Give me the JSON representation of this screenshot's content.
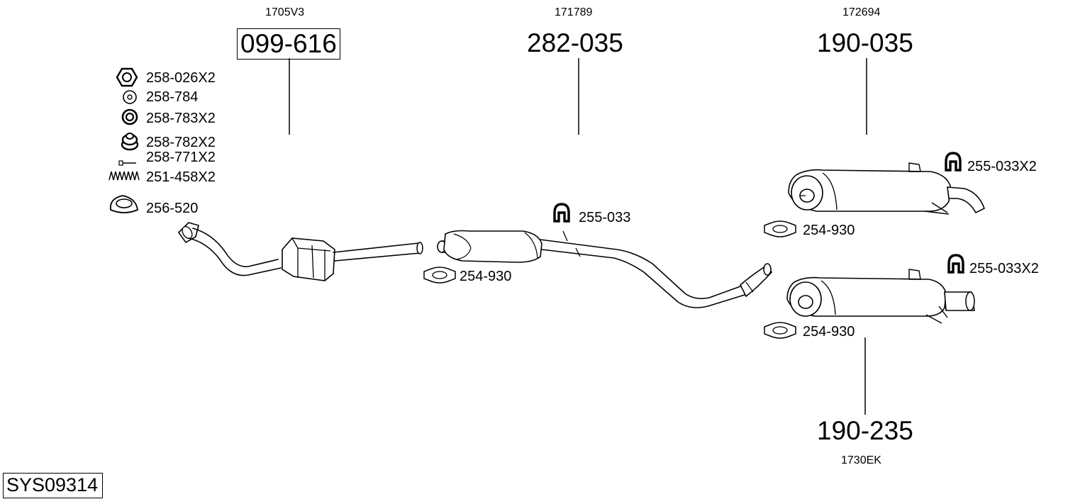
{
  "system_code": "SYS09314",
  "assemblies": [
    {
      "part_number": "099-616",
      "reference": "1705V3",
      "boxed": true
    },
    {
      "part_number": "282-035",
      "reference": "171789",
      "boxed": false
    },
    {
      "part_number": "190-035",
      "reference": "172694",
      "boxed": false
    },
    {
      "part_number": "190-235",
      "reference": "1730EK",
      "boxed": false
    }
  ],
  "fitting_kit": [
    {
      "label": "258-026X2",
      "icon": "hex-nut-icon"
    },
    {
      "label": "258-784",
      "icon": "washer-icon"
    },
    {
      "label": "258-783X2",
      "icon": "spring-washer-icon"
    },
    {
      "label": "258-782X2",
      "icon": "spacer-icon"
    },
    {
      "label": "258-771X2",
      "icon": "bolt-icon"
    },
    {
      "label": "251-458X2",
      "icon": "spring-icon"
    },
    {
      "label": "256-520",
      "icon": "gasket-ring-icon"
    }
  ],
  "callouts": {
    "hanger_front": "255-033",
    "hanger_rear_top": "255-033X2",
    "hanger_rear_bottom": "255-033X2",
    "clamp_front": "254-930",
    "clamp_rear_top": "254-930",
    "clamp_rear_bottom": "254-930"
  }
}
